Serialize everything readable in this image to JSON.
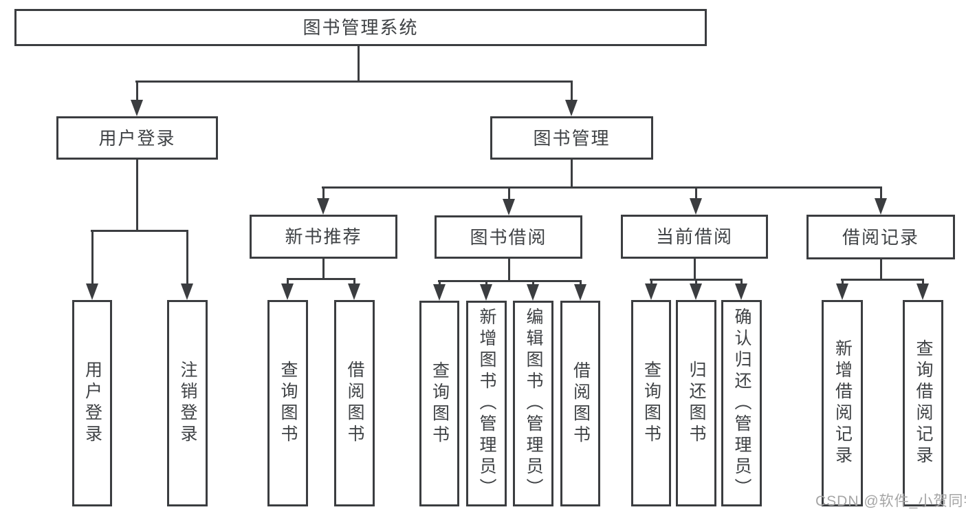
{
  "diagram": {
    "type": "hierarchy-tree",
    "title": "图书管理系统",
    "watermark": "CSDN @软件_小贺同学",
    "colors": {
      "background": "#ffffff",
      "line": "#3b3d40",
      "text": "#3f4245",
      "watermark": "#a5a5a5"
    },
    "nodes": [
      {
        "id": "root",
        "label": "图书管理系统",
        "level": 1,
        "text_direction": "horizontal"
      },
      {
        "id": "user-login",
        "label": "用户登录",
        "level": 2,
        "text_direction": "horizontal"
      },
      {
        "id": "book-mgmt",
        "label": "图书管理",
        "level": 2,
        "text_direction": "horizontal"
      },
      {
        "id": "new-book-rec",
        "label": "新书推荐",
        "level": 3,
        "text_direction": "horizontal"
      },
      {
        "id": "book-borrow",
        "label": "图书借阅",
        "level": 3,
        "text_direction": "horizontal"
      },
      {
        "id": "current-borrow",
        "label": "当前借阅",
        "level": 3,
        "text_direction": "horizontal"
      },
      {
        "id": "borrow-records",
        "label": "借阅记录",
        "level": 3,
        "text_direction": "horizontal"
      },
      {
        "id": "leaf-user-login",
        "label": "用户登录",
        "level": 4,
        "text_direction": "vertical"
      },
      {
        "id": "leaf-logout",
        "label": "注销登录",
        "level": 4,
        "text_direction": "vertical"
      },
      {
        "id": "leaf-query-book-new",
        "label": "查询图书",
        "level": 4,
        "text_direction": "vertical"
      },
      {
        "id": "leaf-borrow-book-new",
        "label": "借阅图书",
        "level": 4,
        "text_direction": "vertical"
      },
      {
        "id": "leaf-query-book-borrow",
        "label": "查询图书",
        "level": 4,
        "text_direction": "vertical"
      },
      {
        "id": "leaf-add-book",
        "label": "新增图书（管理员）",
        "level": 4,
        "text_direction": "vertical"
      },
      {
        "id": "leaf-edit-book",
        "label": "编辑图书（管理员）",
        "level": 4,
        "text_direction": "vertical"
      },
      {
        "id": "leaf-borrow-book-borrow",
        "label": "借阅图书",
        "level": 4,
        "text_direction": "vertical"
      },
      {
        "id": "leaf-query-book-current",
        "label": "查询图书",
        "level": 4,
        "text_direction": "vertical"
      },
      {
        "id": "leaf-return-book",
        "label": "归还图书",
        "level": 4,
        "text_direction": "vertical"
      },
      {
        "id": "leaf-confirm-return",
        "label": "确认归还（管理员）",
        "level": 4,
        "text_direction": "vertical"
      },
      {
        "id": "leaf-add-record",
        "label": "新增借阅记录",
        "level": 4,
        "text_direction": "vertical"
      },
      {
        "id": "leaf-query-record",
        "label": "查询借阅记录",
        "level": 4,
        "text_direction": "vertical"
      }
    ],
    "edges": [
      {
        "from": "root",
        "to": "user-login"
      },
      {
        "from": "root",
        "to": "book-mgmt"
      },
      {
        "from": "user-login",
        "to": "leaf-user-login"
      },
      {
        "from": "user-login",
        "to": "leaf-logout"
      },
      {
        "from": "book-mgmt",
        "to": "new-book-rec"
      },
      {
        "from": "book-mgmt",
        "to": "book-borrow"
      },
      {
        "from": "book-mgmt",
        "to": "current-borrow"
      },
      {
        "from": "book-mgmt",
        "to": "borrow-records"
      },
      {
        "from": "new-book-rec",
        "to": "leaf-query-book-new"
      },
      {
        "from": "new-book-rec",
        "to": "leaf-borrow-book-new"
      },
      {
        "from": "book-borrow",
        "to": "leaf-query-book-borrow"
      },
      {
        "from": "book-borrow",
        "to": "leaf-add-book"
      },
      {
        "from": "book-borrow",
        "to": "leaf-edit-book"
      },
      {
        "from": "book-borrow",
        "to": "leaf-borrow-book-borrow"
      },
      {
        "from": "current-borrow",
        "to": "leaf-query-book-current"
      },
      {
        "from": "current-borrow",
        "to": "leaf-return-book"
      },
      {
        "from": "current-borrow",
        "to": "leaf-confirm-return"
      },
      {
        "from": "borrow-records",
        "to": "leaf-add-record"
      },
      {
        "from": "borrow-records",
        "to": "leaf-query-record"
      }
    ]
  }
}
